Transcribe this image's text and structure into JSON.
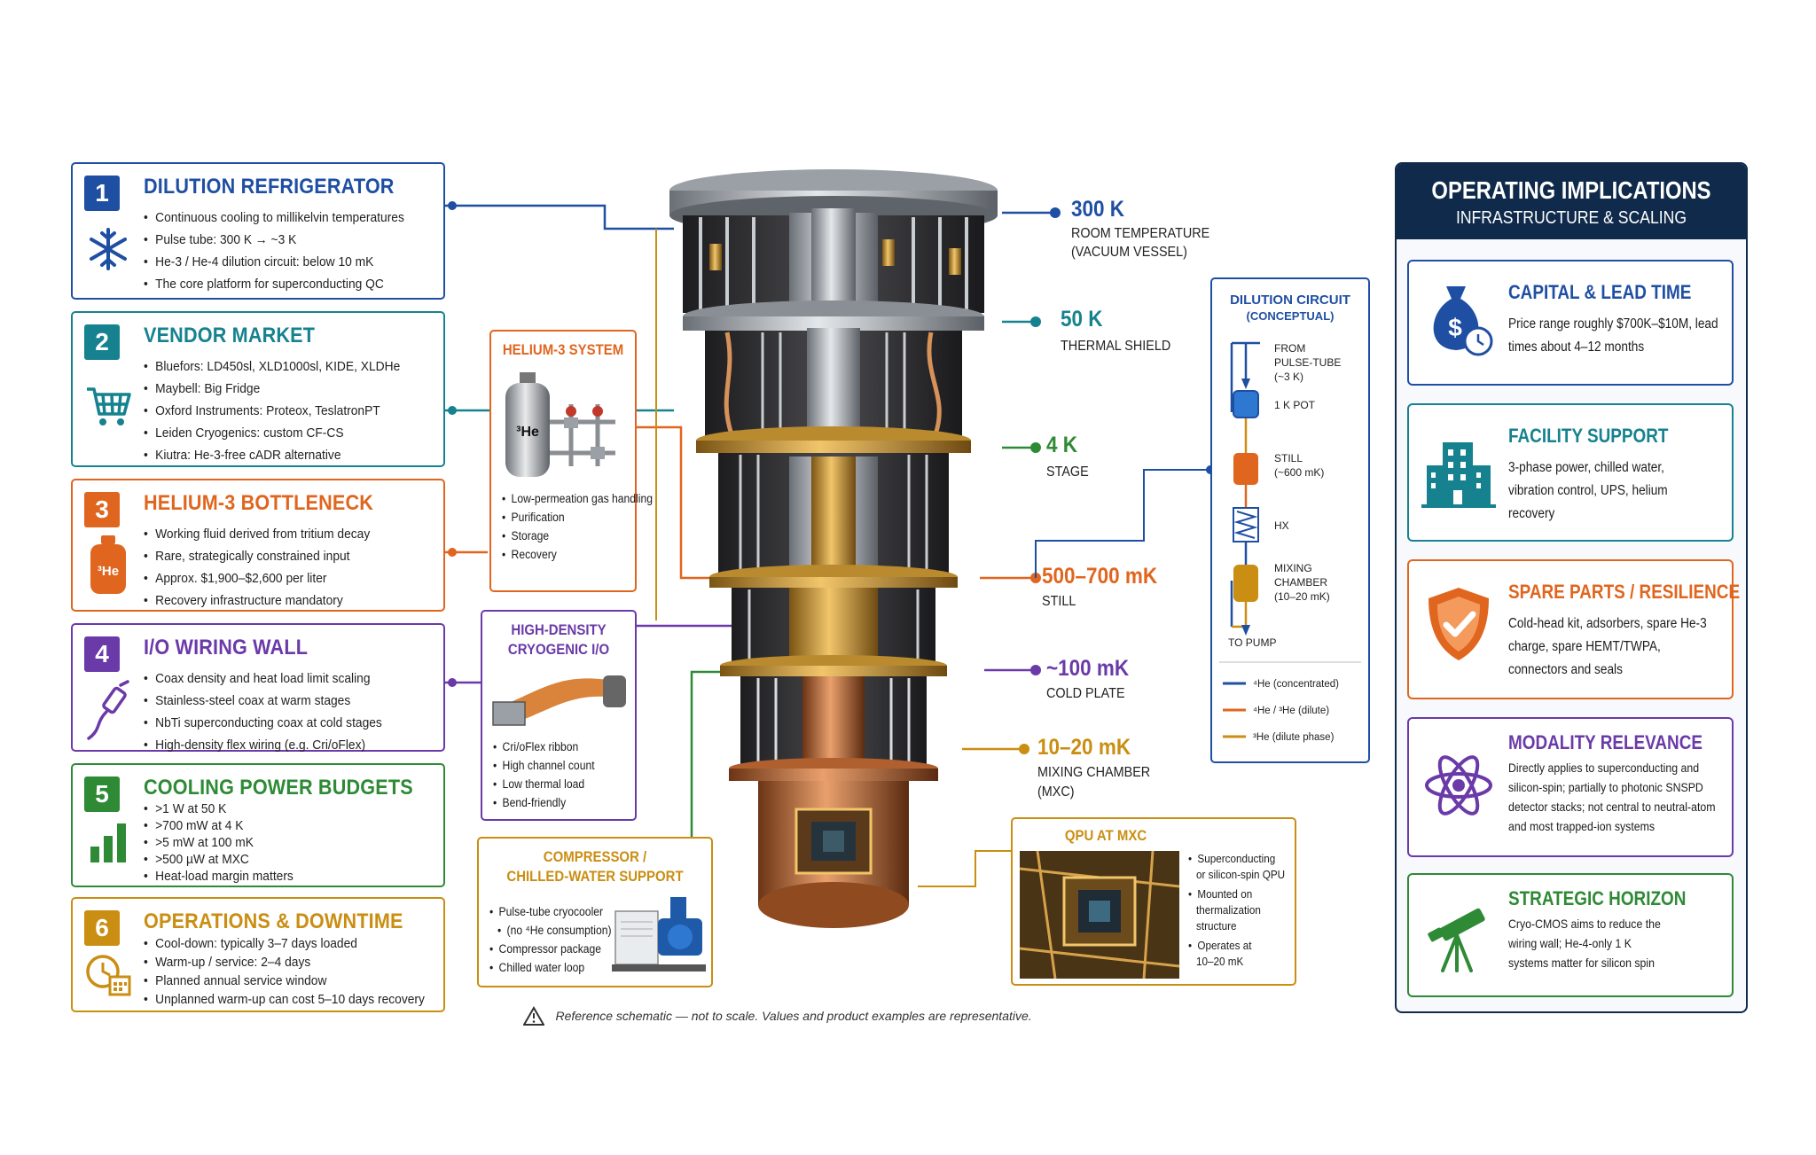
{
  "cards": [
    {
      "num": "1",
      "title": "DILUTION REFRIGERATOR",
      "color": "#1f4fa3",
      "icon": "snowflake-icon",
      "items": [
        "Continuous cooling to millikelvin temperatures",
        "Pulse tube: 300 K → ~3 K",
        "He-3 / He-4 dilution circuit: below 10 mK",
        "The core platform for superconducting QC"
      ]
    },
    {
      "num": "2",
      "title": "VENDOR MARKET",
      "color": "#16828f",
      "icon": "shopping-cart-icon",
      "items": [
        "Bluefors: LD450sl, XLD1000sl, KIDE, XLDHe",
        "Maybell: Big Fridge",
        "Oxford Instruments: Proteox, TeslatronPT",
        "Leiden Cryogenics: custom CF-CS",
        "Kiutra: He-3-free cADR alternative"
      ]
    },
    {
      "num": "3",
      "title": "HELIUM-3 BOTTLENECK",
      "color": "#e0661f",
      "icon": "helium-3-cylinder-icon",
      "icon_label": "³He",
      "items": [
        "Working fluid derived from tritium decay",
        "Rare, strategically constrained input",
        "Approx. $1,900–$2,600 per liter",
        "Recovery infrastructure mandatory"
      ]
    },
    {
      "num": "4",
      "title": "I/O WIRING WALL",
      "color": "#6a3aa8",
      "icon": "coax-connector-icon",
      "items": [
        "Coax density and heat load limit scaling",
        "Stainless-steel coax at warm stages",
        "NbTi superconducting coax at cold stages",
        "High-density flex wiring (e.g. Cri/oFlex)"
      ]
    },
    {
      "num": "5",
      "title": "COOLING POWER BUDGETS",
      "color": "#2e8a35",
      "icon": "bar-chart-icon",
      "items": [
        ">1 W at 50 K",
        ">700 mW at 4 K",
        ">5 mW at 100 mK",
        ">500 µW at MXC",
        "Heat-load margin matters"
      ]
    },
    {
      "num": "6",
      "title": "OPERATIONS & DOWNTIME",
      "color": "#c98e12",
      "icon": "clock-calendar-icon",
      "items": [
        "Cool-down: typically 3–7 days loaded",
        "Warm-up / service: 2–4 days",
        "Planned annual service window",
        "Unplanned warm-up can cost 5–10 days recovery"
      ]
    }
  ],
  "helium_system": {
    "title": "HELIUM-3 SYSTEM",
    "cylinder_label": "³He",
    "items": [
      "Low-permeation gas handling",
      "Purification",
      "Storage",
      "Recovery"
    ]
  },
  "cryo_io": {
    "title_line1": "HIGH-DENSITY",
    "title_line2": "CRYOGENIC I/O",
    "items": [
      "Cri/oFlex ribbon",
      "High channel count",
      "Low thermal load",
      "Bend-friendly"
    ]
  },
  "compressor": {
    "title_line1": "COMPRESSOR /",
    "title_line2": "CHILLED-WATER SUPPORT",
    "items": [
      "Pulse-tube cryocooler",
      "(no ⁴He consumption)",
      "Compressor package",
      "Chilled water loop"
    ]
  },
  "qpu": {
    "title": "QPU AT MXC",
    "items": [
      "Superconducting",
      "or silicon-spin QPU",
      "Mounted on",
      "thermalization",
      "structure",
      "Operates at",
      "10–20 mK"
    ]
  },
  "stages": [
    {
      "value": "300 K",
      "sub": [
        "ROOM TEMPERATURE",
        "(VACUUM VESSEL)"
      ],
      "color": "#1f4fa3"
    },
    {
      "value": "50 K",
      "sub": [
        "THERMAL SHIELD"
      ],
      "color": "#16828f"
    },
    {
      "value": "4 K",
      "sub": [
        "STAGE"
      ],
      "color": "#2e8a35"
    },
    {
      "value": "500–700 mK",
      "sub": [
        "STILL"
      ],
      "color": "#e0661f"
    },
    {
      "value": "~100 mK",
      "sub": [
        "COLD PLATE"
      ],
      "color": "#6a3aa8"
    },
    {
      "value": "10–20 mK",
      "sub": [
        "MIXING CHAMBER",
        "(MXC)"
      ],
      "color": "#c98e12"
    }
  ],
  "circuit": {
    "title_line1": "DILUTION CIRCUIT",
    "title_line2": "(CONCEPTUAL)",
    "labels": {
      "from": "FROM",
      "pulse": "PULSE-TUBE",
      "temp3": "(~3 K)",
      "pot": "1 K POT",
      "still": "STILL",
      "still_t": "(~600 mK)",
      "hx": "HX",
      "mix1": "MIXING",
      "mix2": "CHAMBER",
      "mix3": "(10–20 mK)",
      "pump": "TO PUMP"
    },
    "legend": [
      "⁴He (concentrated)",
      "⁴He / ³He (dilute)",
      "³He (dilute phase)"
    ]
  },
  "right_panel": {
    "title": "OPERATING IMPLICATIONS",
    "subtitle": "INFRASTRUCTURE & SCALING",
    "cards": [
      {
        "title": "CAPITAL & LEAD TIME",
        "color": "#1f4fa3",
        "icon": "money-bag-clock-icon",
        "text": "Price range roughly $700K–$10M, lead times about 4–12 months"
      },
      {
        "title": "FACILITY SUPPORT",
        "color": "#16828f",
        "icon": "building-icon",
        "text": "3-phase power, chilled water, vibration control, UPS, helium recovery"
      },
      {
        "title": "SPARE PARTS / RESILIENCE",
        "color": "#e0661f",
        "icon": "shield-check-icon",
        "text": "Cold-head kit, adsorbers, spare He-3 charge, spare HEMT/TWPA, connectors and seals"
      },
      {
        "title": "MODALITY RELEVANCE",
        "color": "#6a3aa8",
        "icon": "atom-icon",
        "text": "Directly applies to superconducting and silicon-spin; partially to photonic SNSPD detector stacks; not central to neutral-atom and most trapped-ion systems"
      },
      {
        "title": "STRATEGIC HORIZON",
        "color": "#2e8a35",
        "icon": "telescope-icon",
        "text": "Cryo-CMOS aims to reduce the wiring wall; He-4-only 1 K systems matter for silicon spin"
      }
    ]
  },
  "footnote": "Reference schematic — not to scale. Values and product examples are representative."
}
